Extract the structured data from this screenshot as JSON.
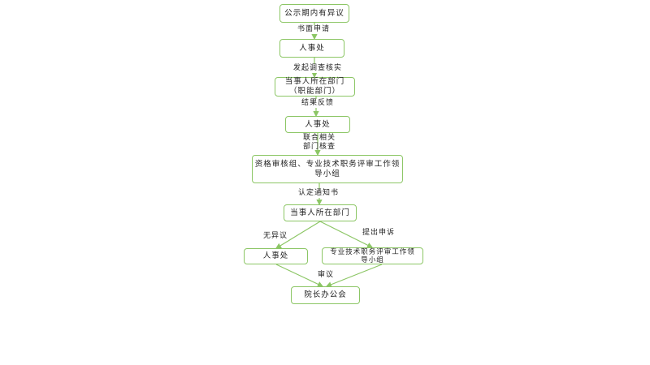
{
  "nodes": {
    "n1": "公示期内有异议",
    "n2": "人事处",
    "n3a": "当事人所在部门",
    "n3b": "（职能部门）",
    "n4": "人事处",
    "n5a": "资格审核组、专业技术职务评审工作领",
    "n5b": "导小组",
    "n6": "当事人所在部门",
    "n7": "人事处",
    "n8a": "专业技术职务评审工作领",
    "n8b": "导小组",
    "n9": "院长办公会"
  },
  "edges": {
    "e1": "书面申请",
    "e2": "发起调查核实",
    "e3": "结果反馈",
    "e4a": "联合相关",
    "e4b": "部门核查",
    "e5": "认定通知书",
    "e6": "无异议",
    "e7": "提出申诉",
    "e8": "审议"
  },
  "colors": {
    "line": "#8cc665"
  }
}
